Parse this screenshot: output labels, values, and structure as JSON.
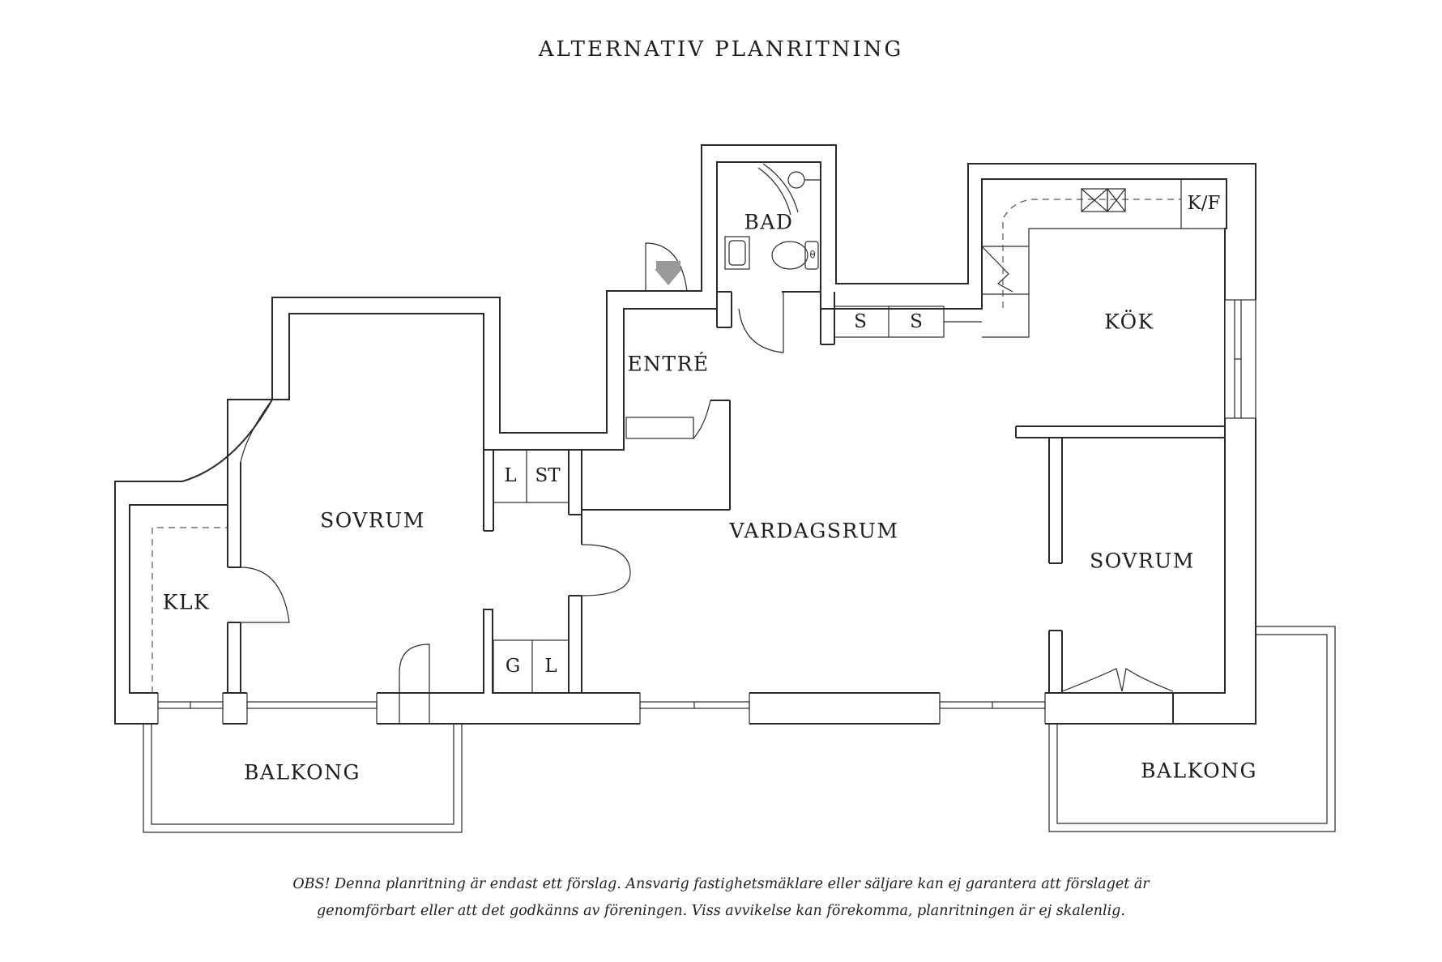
{
  "title": "ALTERNATIV PLANRITNING",
  "rooms": {
    "bad": "BAD",
    "kok": "KÖK",
    "kf": "K/F",
    "entre": "ENTRÉ",
    "vardagsrum": "VARDAGSRUM",
    "sovrum_left": "SOVRUM",
    "sovrum_right": "SOVRUM",
    "klk": "KLK",
    "balkong_left": "BALKONG",
    "balkong_right": "BALKONG"
  },
  "closets": {
    "s1": "S",
    "s2": "S",
    "l_top": "L",
    "st": "ST",
    "g": "G",
    "l_bottom": "L"
  },
  "disclaimer": {
    "line1": "OBS! Denna planritning är endast ett förslag. Ansvarig fastighetsmäklare eller säljare kan ej garantera att förslaget är",
    "line2": "genomförbart eller att det godkänns av föreningen. Viss avvikelse kan förekomma, planritningen är ej skalenlig."
  }
}
